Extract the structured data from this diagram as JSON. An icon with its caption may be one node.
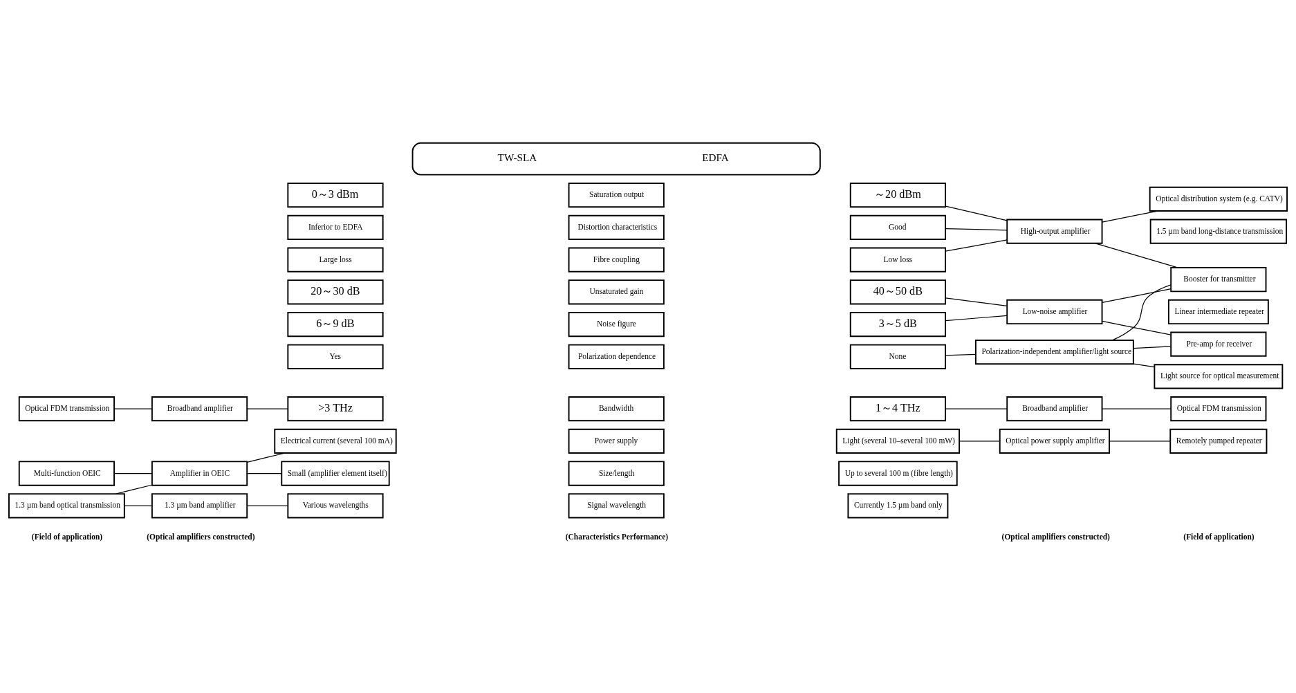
{
  "diagram": {
    "nodes": [
      {
        "text": [
          "Multi-function OEIC"
        ]
      },
      {
        "text": [
          "1.3 µm band optical transmission"
        ]
      },
      {
        "text": [
          "Optical FDM transmission"
        ]
      },
      {
        "text": [
          "Amplifier in OEIC"
        ]
      },
      {
        "text": [
          "Broadband amplifier"
        ]
      },
      {
        "text": [
          "1.3 µm band amplifier"
        ]
      },
      {
        "text": [
          "0～3 dBm"
        ]
      },
      {
        "text": [
          "Saturation output"
        ]
      },
      {
        "text": [
          "～20 dBm"
        ]
      },
      {
        "text": [
          "Inferior to EDFA"
        ]
      },
      {
        "text": [
          "Distortion characteristics"
        ]
      },
      {
        "text": [
          "Good"
        ]
      },
      {
        "text": [
          "20～30 dB"
        ]
      },
      {
        "text": [
          "Unsaturated gain"
        ]
      },
      {
        "text": [
          "40～50 dB"
        ]
      },
      {
        "text": [
          "6～9 dB"
        ]
      },
      {
        "text": [
          "Noise figure"
        ]
      },
      {
        "text": [
          "3～5 dB"
        ]
      },
      {
        "text": [
          "Electrical current (several 100 mA)"
        ]
      },
      {
        "text": [
          "Power supply"
        ]
      },
      {
        "text": [
          "Light (several 10–several 100 mW)"
        ]
      },
      {
        "text": [
          "Yes"
        ]
      },
      {
        "text": [
          "Polarization dependence"
        ]
      },
      {
        "text": [
          "None"
        ]
      },
      {
        "text": [
          "Small (amplifier element itself)"
        ]
      },
      {
        "text": [
          "Size/length"
        ]
      },
      {
        "text": [
          "Up to several 100 m (fibre length)"
        ]
      },
      {
        "text": [
          "Large loss"
        ]
      },
      {
        "text": [
          "Fibre coupling"
        ]
      },
      {
        "text": [
          "Low loss"
        ]
      },
      {
        "text": [
          ">3 THz"
        ]
      },
      {
        "text": [
          "Bandwidth"
        ]
      },
      {
        "text": [
          "1～4 THz"
        ]
      },
      {
        "text": [
          "Various wavelengths"
        ]
      },
      {
        "text": [
          "Signal wavelength"
        ]
      },
      {
        "text": [
          "Currently 1.5 µm band only"
        ]
      },
      {
        "text": [
          "High-output amplifier"
        ]
      },
      {
        "text": [
          "Low-noise amplifier"
        ]
      },
      {
        "text": [
          "Optical power supply amplifier"
        ]
      },
      {
        "text": [
          "Polarization-independent amplifier/light source"
        ]
      },
      {
        "text": [
          "Broadband amplifier"
        ]
      },
      {
        "text": [
          "Optical distribution system (e.g. CATV)"
        ]
      },
      {
        "text": [
          "1.5 µm band long-distance transmission"
        ]
      },
      {
        "text": [
          "Booster for transmitter"
        ]
      },
      {
        "text": [
          "Linear intermediate repeater"
        ]
      },
      {
        "text": [
          "Pre-amp for receiver"
        ]
      },
      {
        "text": [
          "Remotely pumped repeater"
        ]
      },
      {
        "text": [
          "Light source for optical measurement"
        ]
      },
      {
        "text": [
          "Optical FDM transmission"
        ]
      },
      {
        "text": [
          "TW-SLA",
          "EDFA"
        ]
      }
    ],
    "edges": [
      {
        "from": 0,
        "to": 3,
        "arrow": "none"
      },
      {
        "from": 1,
        "to": 3,
        "arrow": "none"
      },
      {
        "from": 1,
        "to": 5,
        "arrow": "none"
      },
      {
        "from": 2,
        "to": 4,
        "arrow": "none"
      },
      {
        "from": 3,
        "to": 18,
        "arrow": "none"
      },
      {
        "from": 3,
        "to": 24,
        "arrow": "none"
      },
      {
        "from": 4,
        "to": 30,
        "arrow": "none"
      },
      {
        "from": 5,
        "to": 33,
        "arrow": "none"
      },
      {
        "from": 8,
        "to": 36,
        "arrow": "none"
      },
      {
        "from": 11,
        "to": 36,
        "arrow": "none"
      },
      {
        "from": 29,
        "to": 36,
        "arrow": "none"
      },
      {
        "from": 14,
        "to": 37,
        "arrow": "none"
      },
      {
        "from": 17,
        "to": 37,
        "arrow": "none"
      },
      {
        "from": 20,
        "to": 38,
        "arrow": "none"
      },
      {
        "from": 23,
        "to": 39,
        "arrow": "none"
      },
      {
        "from": 32,
        "to": 40,
        "arrow": "none"
      },
      {
        "from": 36,
        "to": 41,
        "arrow": "none"
      },
      {
        "from": 36,
        "to": 43,
        "arrow": "none"
      },
      {
        "from": 37,
        "to": 43,
        "arrow": "none"
      },
      {
        "from": 37,
        "to": 45,
        "arrow": "none"
      },
      {
        "from": 38,
        "to": 46,
        "arrow": "none"
      },
      {
        "from": 39,
        "to": 43,
        "arrow": "none"
      },
      {
        "from": 39,
        "to": 45,
        "arrow": "none"
      },
      {
        "from": 39,
        "to": 47,
        "arrow": "none"
      },
      {
        "from": 40,
        "to": 48,
        "arrow": "none"
      }
    ],
    "labels": [
      "(Field of application)",
      "(Optical amplifiers constructed)",
      "(Characteristics Performance)",
      "(Optical amplifiers constructed)",
      "(Field of application)"
    ]
  }
}
